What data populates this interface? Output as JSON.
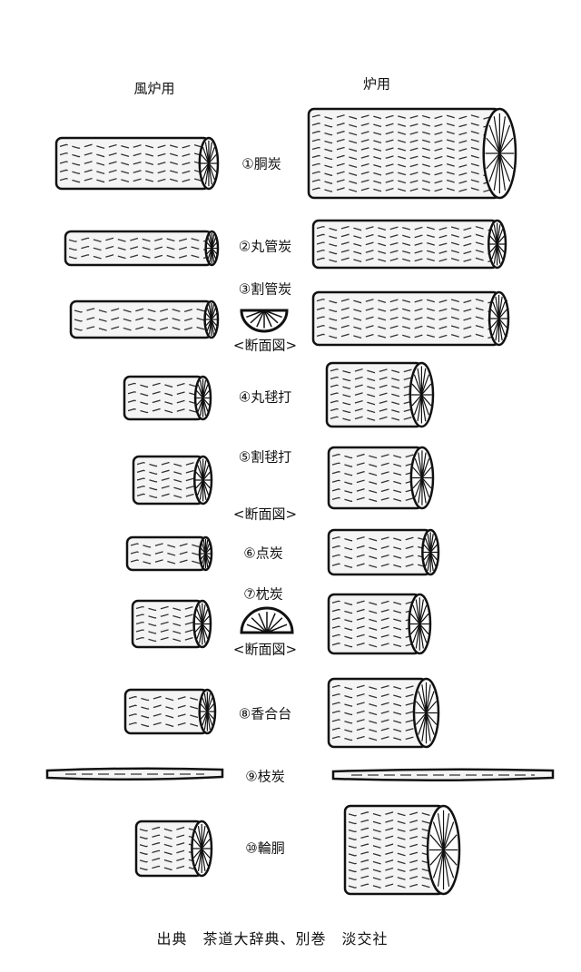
{
  "headers": {
    "furo": "風炉用",
    "ro": "炉用"
  },
  "items": [
    {
      "label": "①胴炭"
    },
    {
      "label": "②丸管炭"
    },
    {
      "label": "③割管炭",
      "section_label": "<断面図>"
    },
    {
      "label": "④丸毬打"
    },
    {
      "label": "⑤割毬打",
      "section_label": "<断面図>"
    },
    {
      "label": "⑥点炭"
    },
    {
      "label": "⑦枕炭",
      "section_label": "<断面図>"
    },
    {
      "label": "⑧香合台"
    },
    {
      "label": "⑨枝炭"
    },
    {
      "label": "⑩輪胴"
    }
  ],
  "source": "出典　茶道大辞典、別巻　淡交社"
}
